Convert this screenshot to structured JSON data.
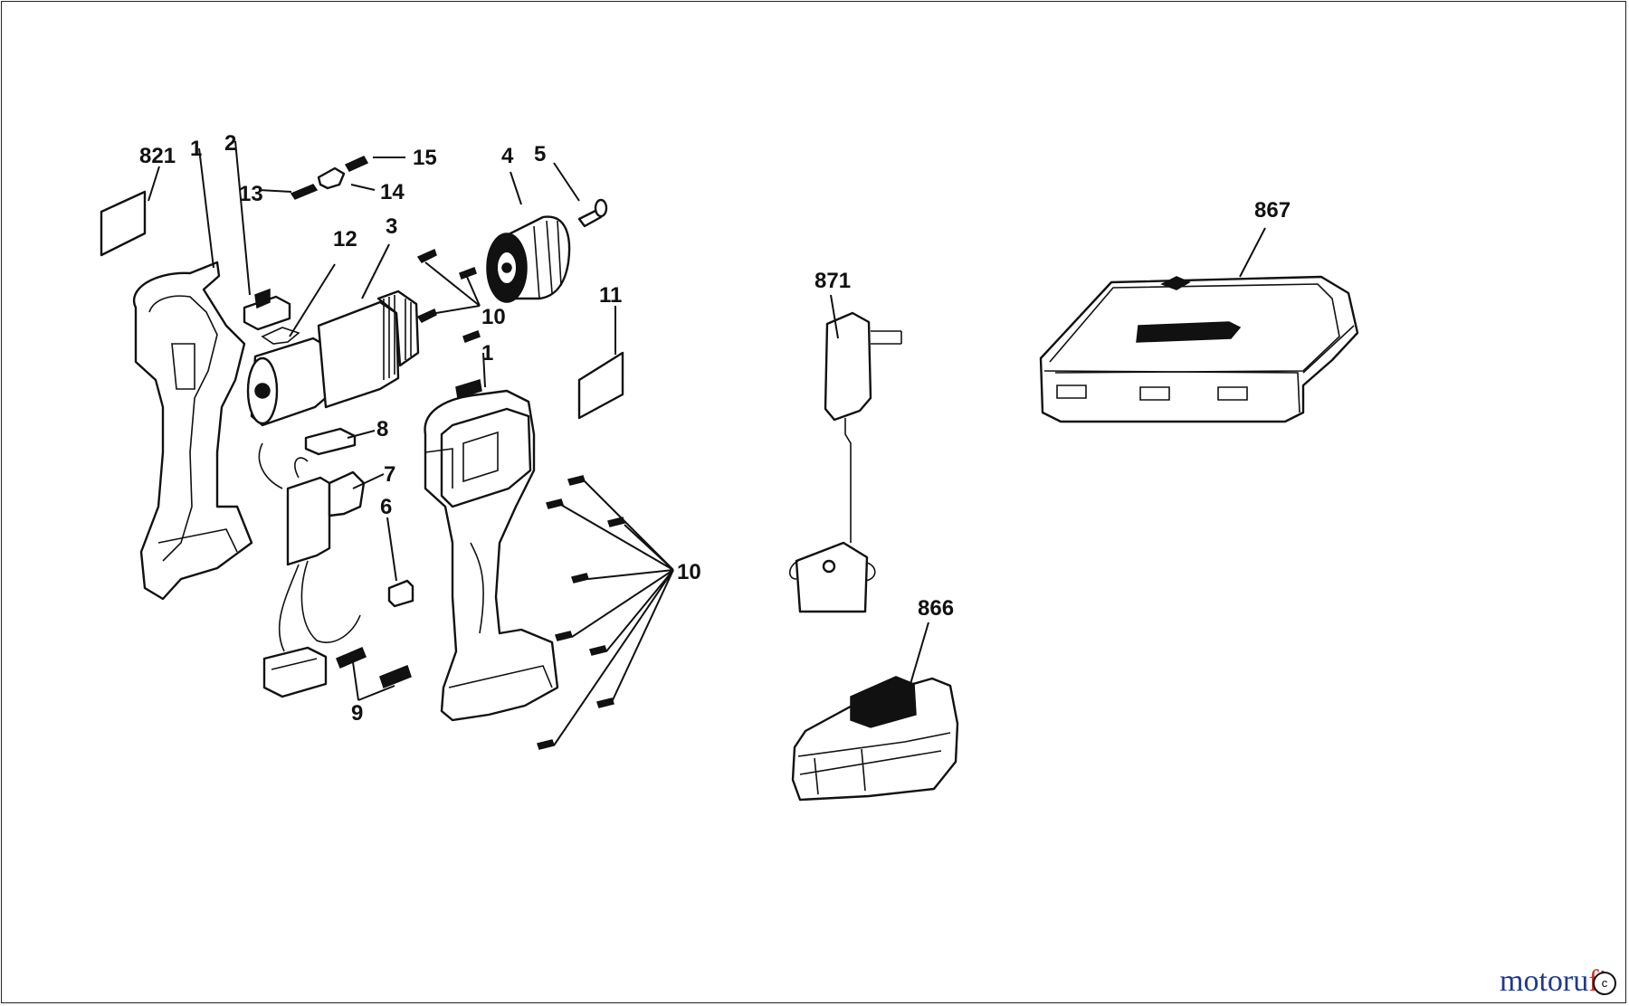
{
  "labels": {
    "l821": "821",
    "l1a": "1",
    "l2": "2",
    "l13": "13",
    "l15": "15",
    "l14": "14",
    "l4": "4",
    "l5": "5",
    "l12": "12",
    "l3": "3",
    "l10a": "10",
    "l11": "11",
    "l1b": "1",
    "l8": "8",
    "l7": "7",
    "l6": "6",
    "l9": "9",
    "l10b": "10",
    "l871": "871",
    "l866": "866",
    "l867": "867"
  },
  "watermark": {
    "text_a": "motoru",
    "text_b": "fi",
    "suffix": "c"
  },
  "colors": {
    "ink": "#111111",
    "watermark_blue": "#1f3a8a",
    "watermark_red": "#c0392b"
  }
}
